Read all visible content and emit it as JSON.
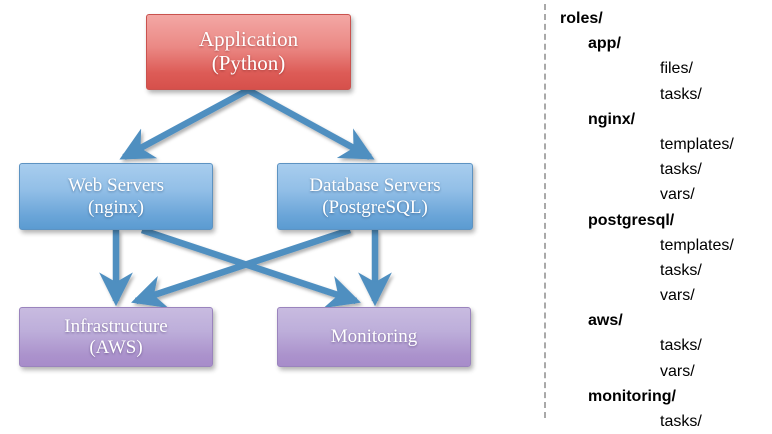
{
  "diagram": {
    "type": "flow-diagram",
    "nodes": [
      {
        "id": "application",
        "line1": "Application",
        "line2": "(Python)",
        "color": "#d6504b",
        "tone": "red"
      },
      {
        "id": "web",
        "line1": "Web Servers",
        "line2": "(nginx)",
        "color": "#5b9bd1",
        "tone": "blue"
      },
      {
        "id": "database",
        "line1": "Database Servers",
        "line2": "(PostgreSQL)",
        "color": "#5b9bd1",
        "tone": "blue"
      },
      {
        "id": "infra",
        "line1": "Infrastructure",
        "line2": "(AWS)",
        "color": "#a78cca",
        "tone": "purple"
      },
      {
        "id": "monitoring",
        "line1": "Monitoring",
        "line2": "",
        "color": "#a78cca",
        "tone": "purple"
      }
    ],
    "edges": [
      {
        "from": "application",
        "to": "web"
      },
      {
        "from": "application",
        "to": "database"
      },
      {
        "from": "web",
        "to": "infra"
      },
      {
        "from": "web",
        "to": "monitoring"
      },
      {
        "from": "database",
        "to": "infra"
      },
      {
        "from": "database",
        "to": "monitoring"
      }
    ],
    "arrow_color": "#4f8fc0"
  },
  "tree": {
    "divider_color": "#a9a9a9",
    "rows": [
      {
        "label": "roles/",
        "level": 0,
        "bold": true
      },
      {
        "label": "app/",
        "level": 1,
        "bold": true
      },
      {
        "label": "files/",
        "level": 2,
        "bold": false
      },
      {
        "label": "tasks/",
        "level": 2,
        "bold": false
      },
      {
        "label": "nginx/",
        "level": 1,
        "bold": true
      },
      {
        "label": "templates/",
        "level": 2,
        "bold": false
      },
      {
        "label": "tasks/",
        "level": 2,
        "bold": false
      },
      {
        "label": "vars/",
        "level": 2,
        "bold": false
      },
      {
        "label": "postgresql/",
        "level": 1,
        "bold": true
      },
      {
        "label": "templates/",
        "level": 2,
        "bold": false
      },
      {
        "label": "tasks/",
        "level": 2,
        "bold": false
      },
      {
        "label": "vars/",
        "level": 2,
        "bold": false
      },
      {
        "label": "aws/",
        "level": 1,
        "bold": true
      },
      {
        "label": "tasks/",
        "level": 2,
        "bold": false
      },
      {
        "label": "vars/",
        "level": 2,
        "bold": false
      },
      {
        "label": "monitoring/",
        "level": 1,
        "bold": true
      },
      {
        "label": "tasks/",
        "level": 2,
        "bold": false
      }
    ]
  }
}
